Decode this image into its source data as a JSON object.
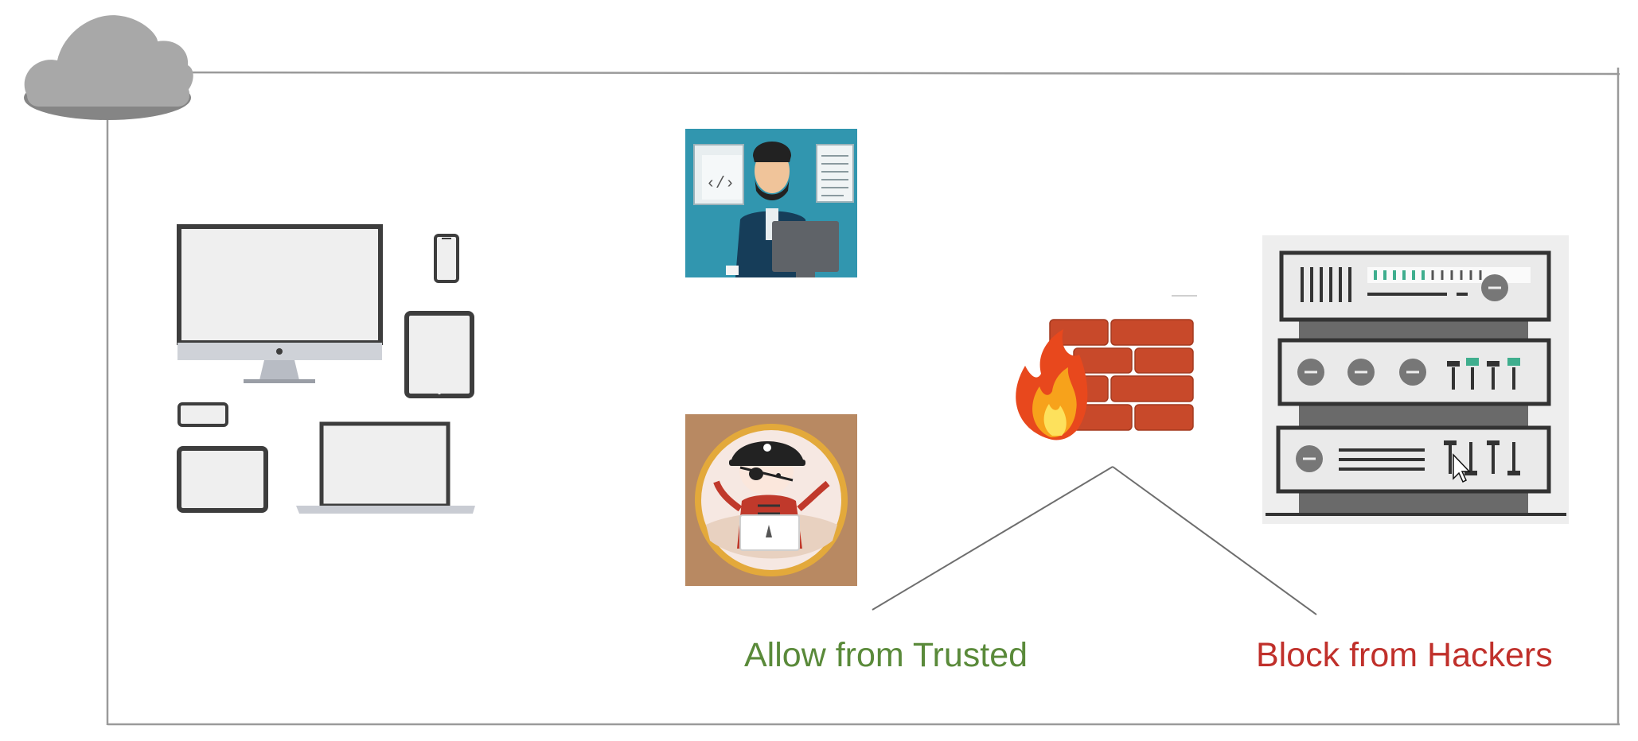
{
  "labels": {
    "allow": "Allow from Trusted",
    "block": "Block from Hackers"
  },
  "colors": {
    "allow": "#5a8a3a",
    "block": "#c0302b",
    "frame": "#9a9a9a",
    "device_frame": "#3d3d3d",
    "brick": "#c8492a"
  },
  "icons": {
    "cloud": "cloud-icon",
    "devices": "devices-icon",
    "developer": "developer-illustration",
    "hacker": "pirate-hacker-illustration",
    "firewall": "firewall-icon",
    "server": "server-rack-icon",
    "cursor": "mouse-cursor-icon"
  }
}
